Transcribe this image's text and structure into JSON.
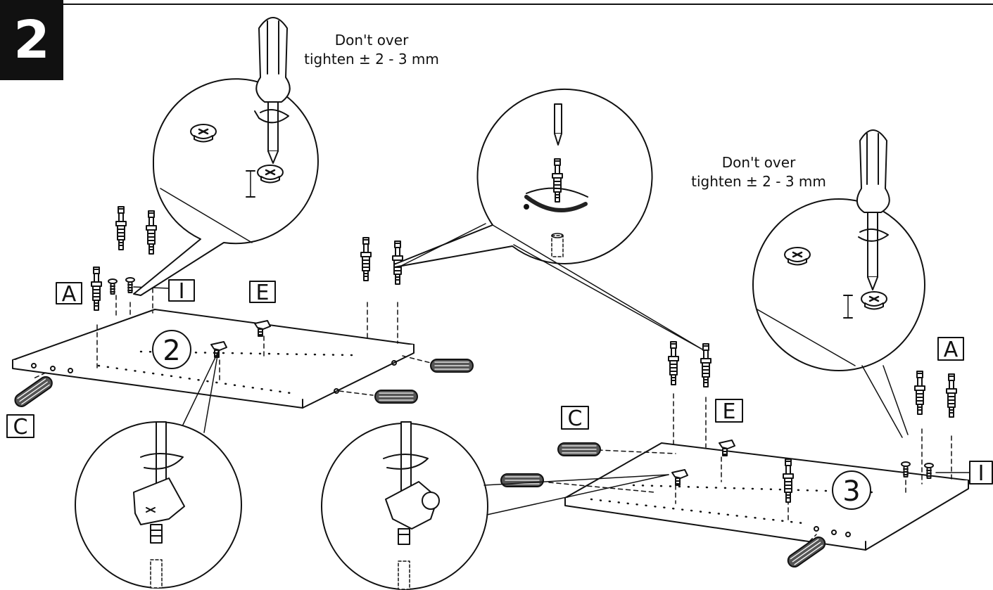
{
  "step": {
    "number": "2"
  },
  "notes": {
    "left": [
      "Don't over",
      "tighten ± 2 - 3 mm"
    ],
    "right": [
      "Don't over",
      "tighten ± 2 - 3 mm"
    ]
  },
  "parts": {
    "a_label": "A",
    "c_label": "C",
    "e_label": "E",
    "i_label": "I"
  },
  "panels": {
    "panel_2": "2",
    "panel_3": "3"
  },
  "colors": {
    "ink": "#111111",
    "background": "#ffffff"
  },
  "icons": {
    "screwdriver": "screwdriver-icon",
    "cam_bolt": "cam-bolt-icon",
    "screw": "screw-icon",
    "dowel": "dowel-icon",
    "shelf_support": "shelf-support-icon",
    "rotate": "rotate-arrow-icon"
  }
}
